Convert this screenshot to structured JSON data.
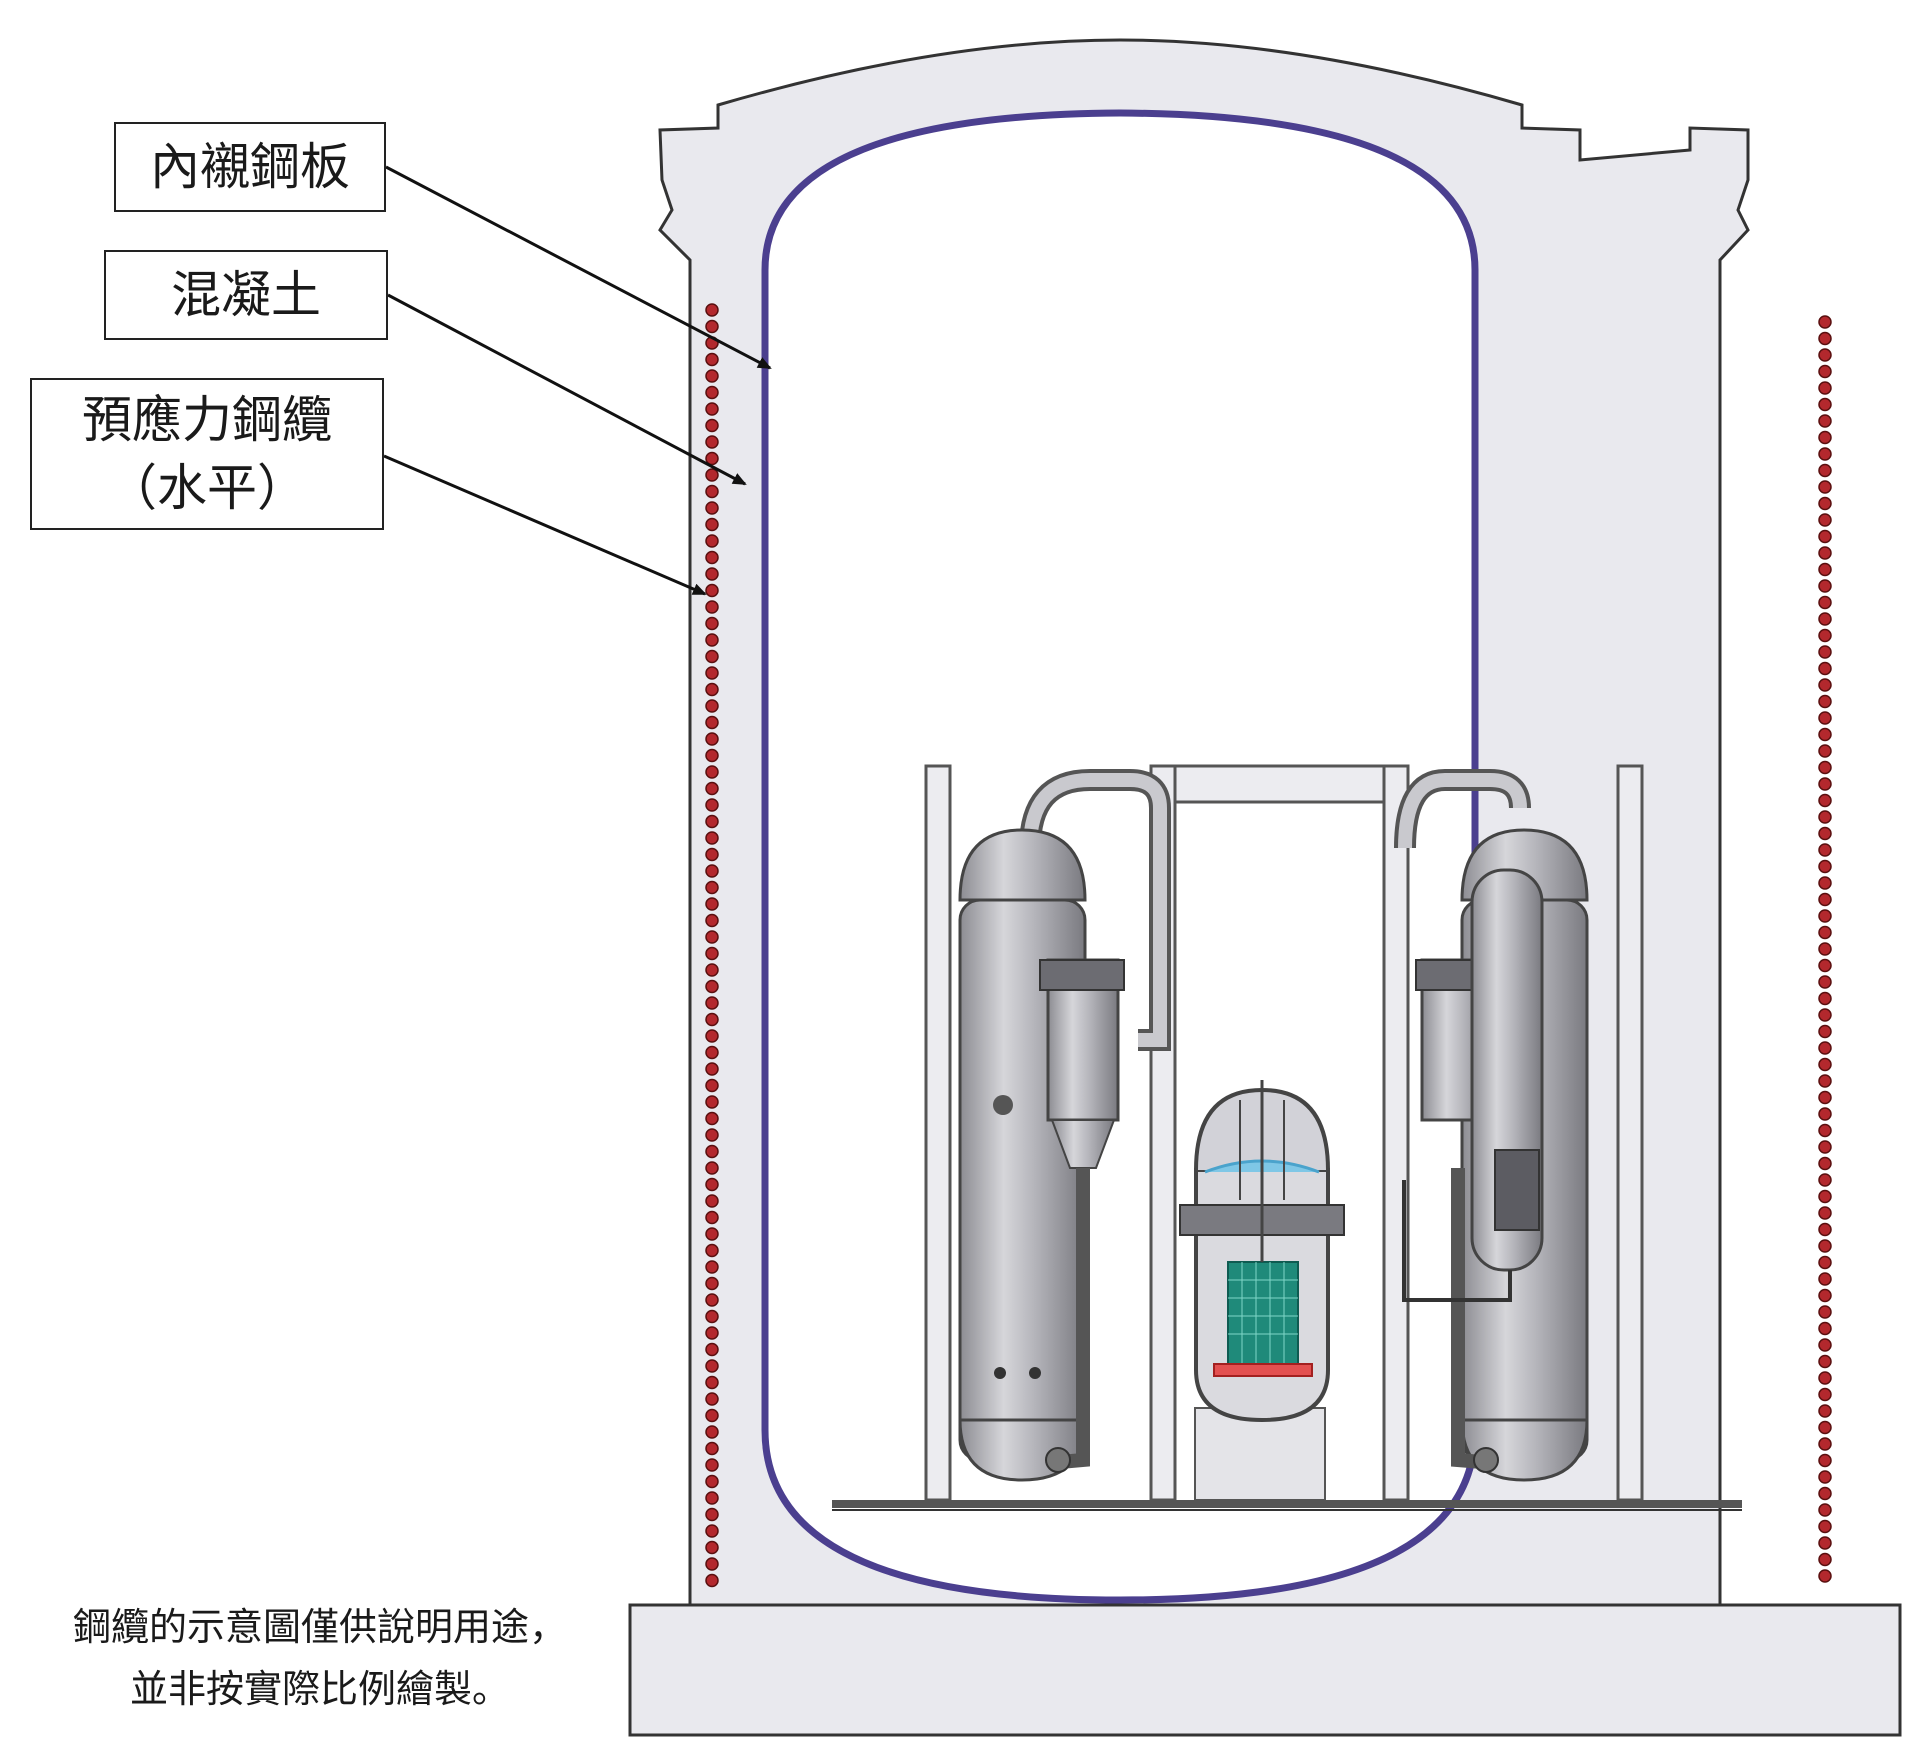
{
  "labels": {
    "liner": "內襯鋼板",
    "concrete": "混凝土",
    "tendon_line1": "預應力鋼纜",
    "tendon_line2": "（水平）"
  },
  "note": {
    "line1": "鋼纜的示意圖僅供說明用途，",
    "line2": "並非按實際比例繪製。"
  },
  "colors": {
    "concrete": "#e9e9ee",
    "liner": "#4b3f8f",
    "tendon": "#b3282d",
    "equipment": "#a9a9ae",
    "core": "#1f8a7a",
    "outline": "#444444"
  }
}
